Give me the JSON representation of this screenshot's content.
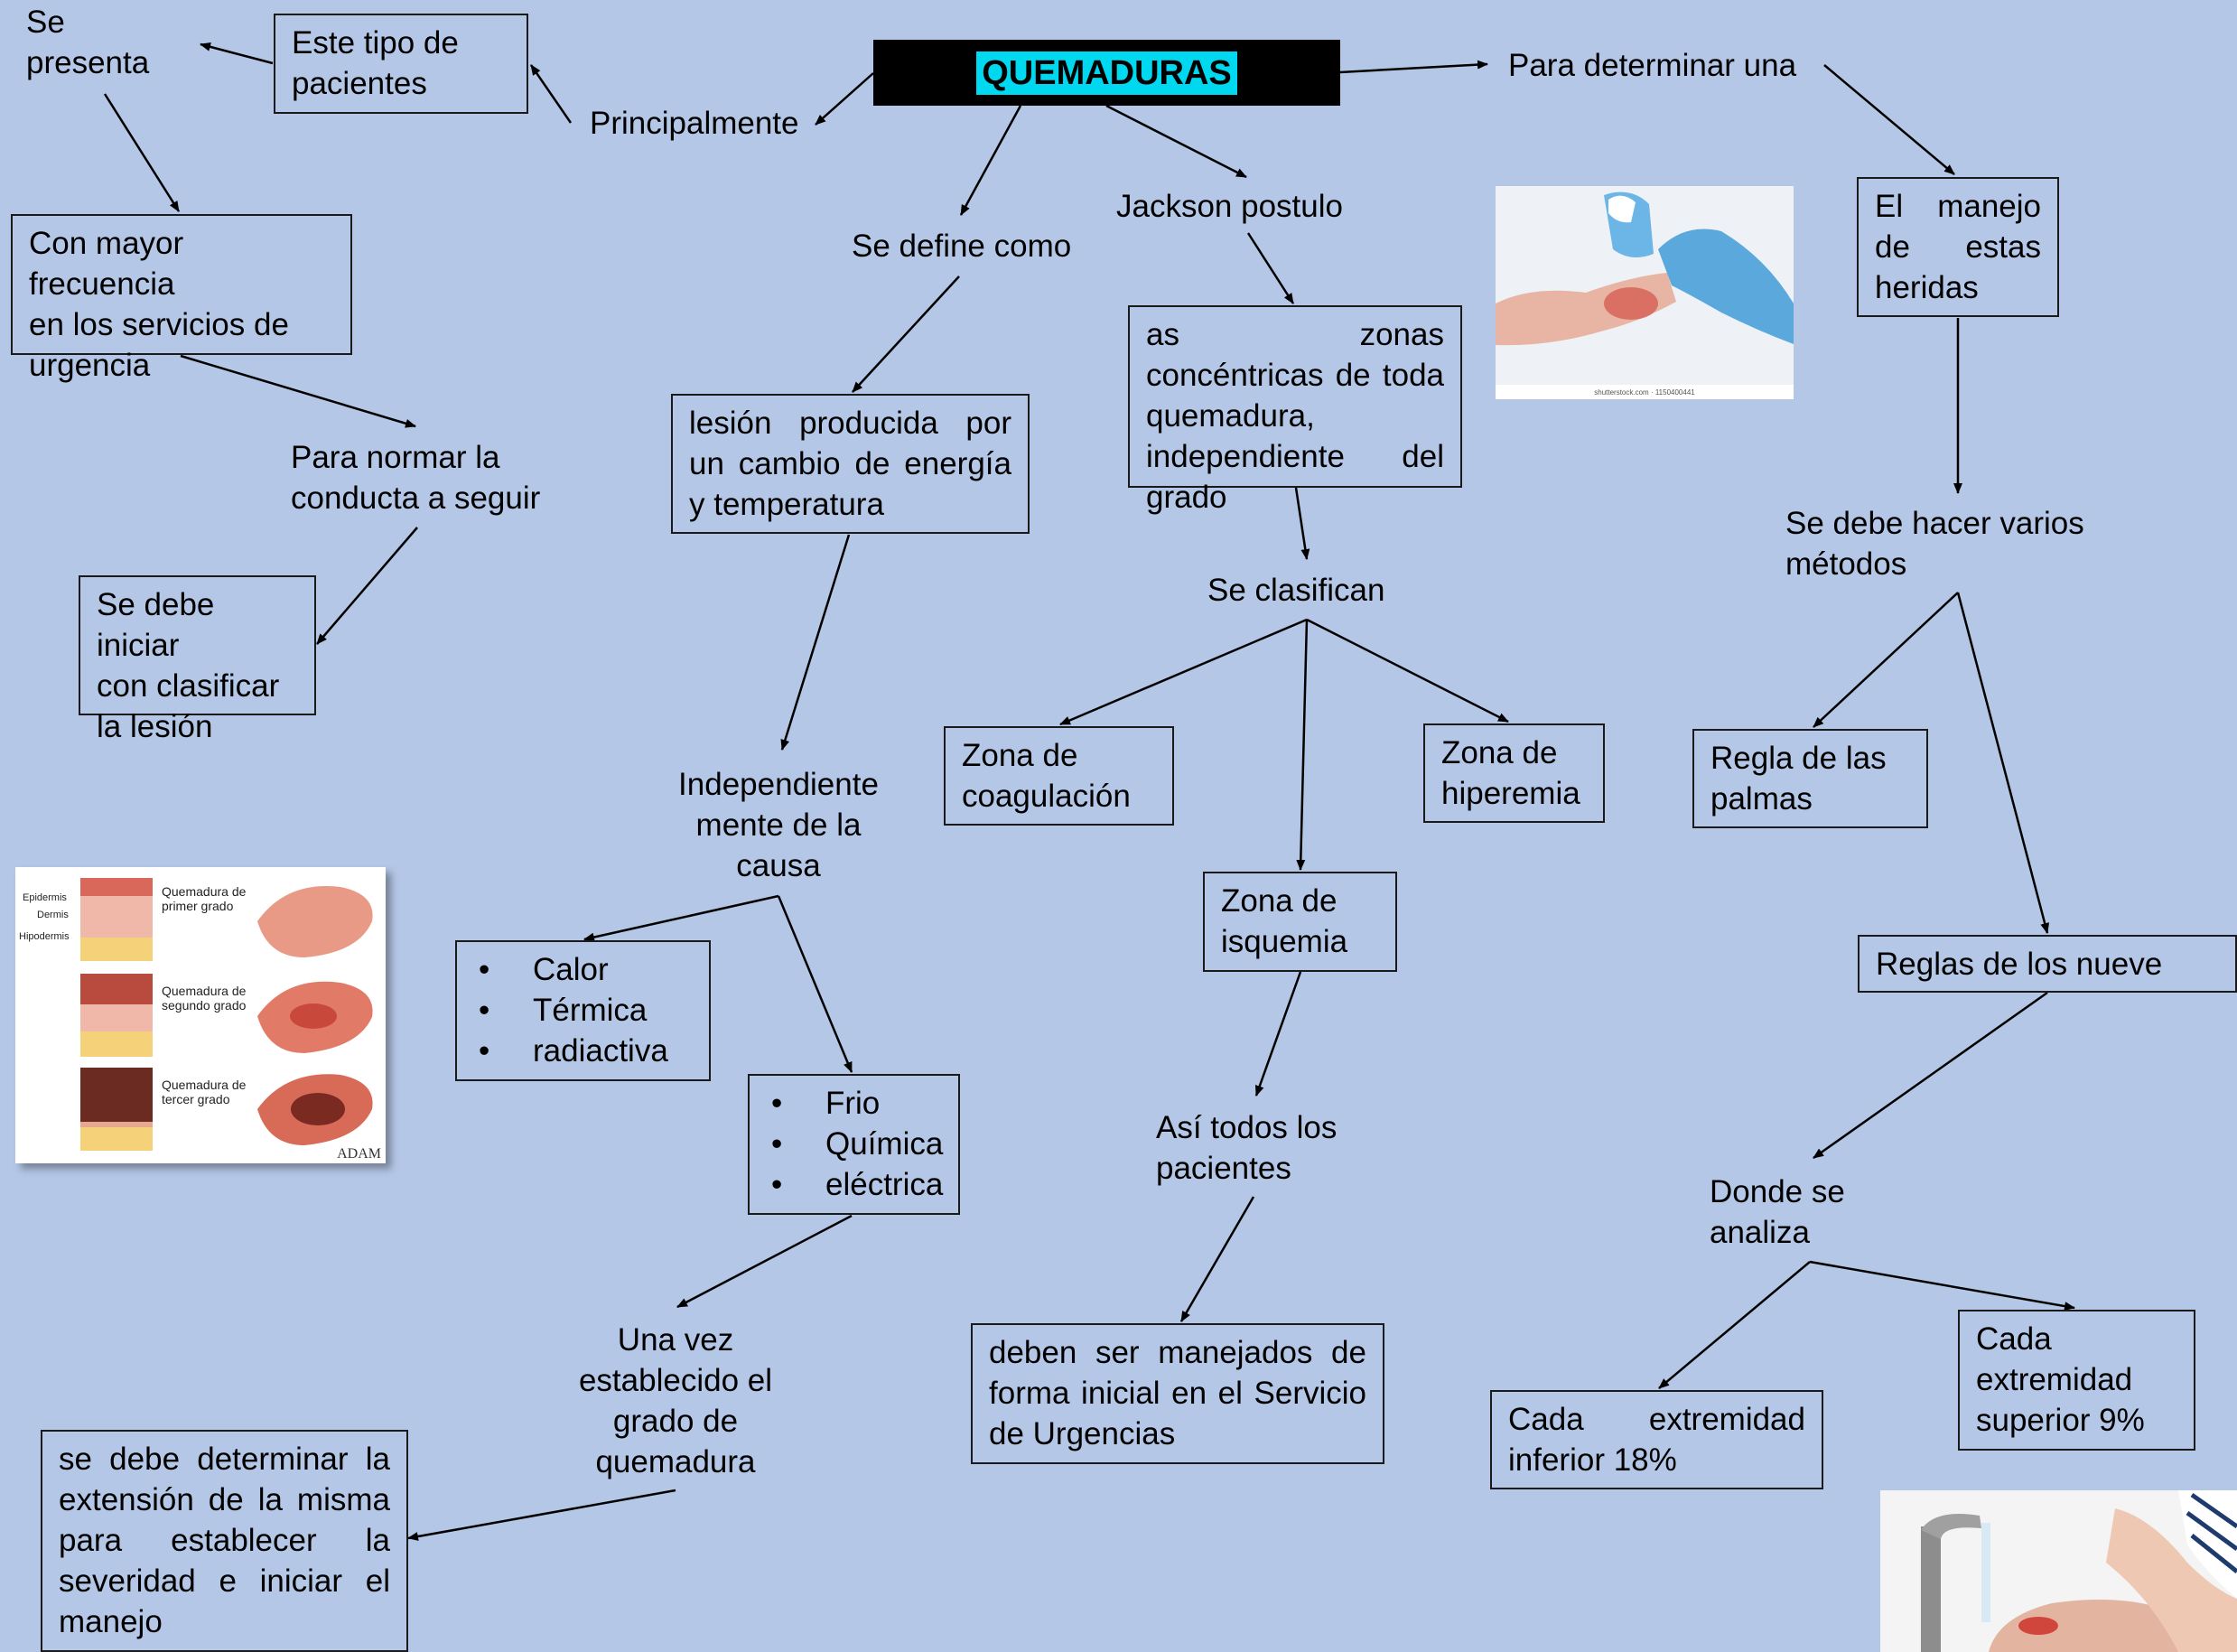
{
  "title": "QUEMADURAS",
  "labels": {
    "se_presenta": "Se\npresenta",
    "principalmente": "Principalmente",
    "para_determinar": "Para determinar una",
    "se_define": "Se define como",
    "jackson": "Jackson postulo",
    "para_normar": "Para normar la\nconducta a seguir",
    "se_clasifican": "Se clasifican",
    "independiente": "Independiente\nmente de la\ncausa",
    "asi_todos": "Así todos los\npacientes",
    "una_vez": "Una vez\nestablecido el\ngrado de\nquemadura",
    "se_debe_hacer": "Se debe hacer varios\nmétodos",
    "donde_se": "Donde se\nanaliza"
  },
  "boxes": {
    "este_tipo": "Este tipo de\npacientes",
    "mayor_frecuencia": "Con mayor frecuencia\nen los servicios de\nurgencia",
    "iniciar_clasificar": "Se debe iniciar\ncon clasificar\nla lesión",
    "lesion": "lesión producida por un cambio de energía y temperatura",
    "zonas": "as zonas concéntricas de toda quemadura, independiente del grado",
    "manejo": "El manejo de estas heridas",
    "coagulacion": "Zona de\ncoagulación",
    "hiperemia": "Zona de\nhiperemia",
    "isquemia": "Zona de\nisquemia",
    "palmas": "Regla de las\npalmas",
    "nueve": "Reglas de los nueve",
    "deben_ser": "deben ser manejados de forma inicial en el Servicio de Urgencias",
    "extension": "se debe determinar la extensión de la misma para establecer la severidad e iniciar el manejo",
    "inferior": "Cada extremidad inferior 18%",
    "superior": "Cada\nextremidad\nsuperior 9%"
  },
  "lists": {
    "calor": [
      "Calor",
      "Térmica",
      "radiactiva"
    ],
    "frio": [
      "Frio",
      "Química",
      "eléctrica"
    ]
  },
  "photos": {
    "gloves_caption": "shutterstock.com · 1150400441",
    "skin_layers": [
      "Epidermis",
      "Dermis",
      "Hipodermis"
    ],
    "grades": [
      "Quemadura de\nprimer grado",
      "Quemadura de\nsegundo grado",
      "Quemadura de\ntercer grado"
    ],
    "adam": "ADAM"
  },
  "colors": {
    "background": "#b4c7e7",
    "title_highlight": "#00d8f0",
    "title_bar": "#000000"
  }
}
